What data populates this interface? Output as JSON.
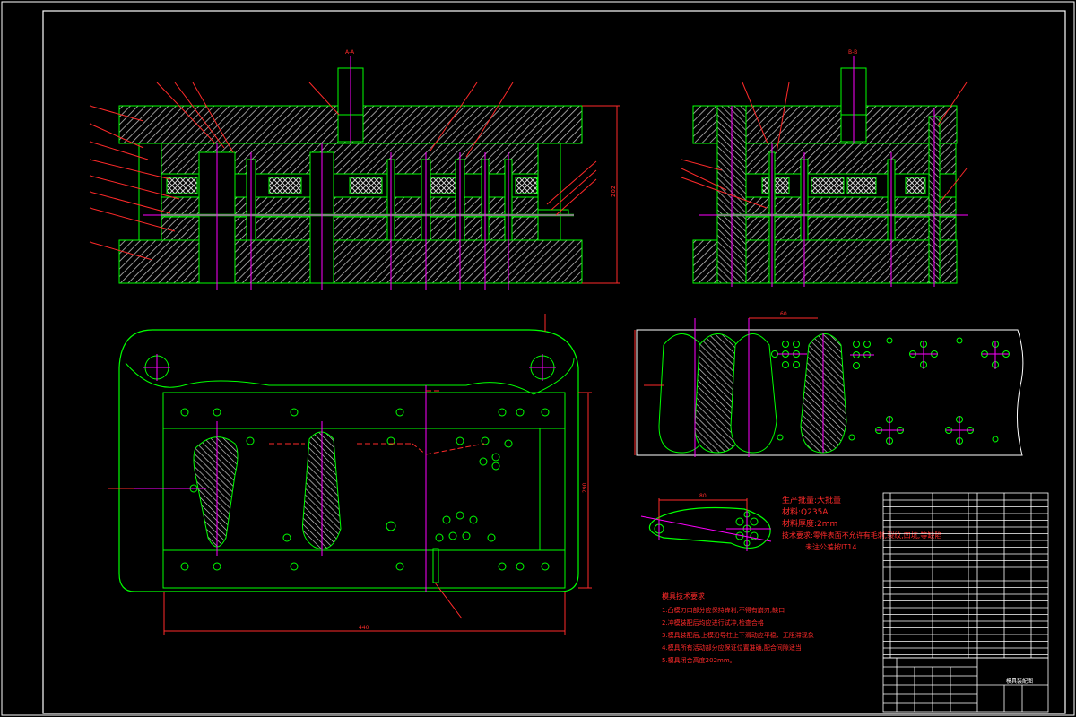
{
  "colors": {
    "background": "#000000",
    "border": "#ffffff",
    "part_outline": "#00ff00",
    "hatch": "#c8c8c8",
    "centerline": "#ff00ff",
    "leader": "#ff2a2a",
    "note_text": "#ff2a2a",
    "table_line": "#ffffff"
  },
  "section_labels": {
    "front_section": "A-A",
    "side_section": "B-B"
  },
  "material_notes": {
    "line1": "生产批量:大批量",
    "line2": "材料:Q235A",
    "line3": "材料厚度:2mm",
    "line4": "技术要求:零件表面不允许有毛刺,裂纹,凹坑,等缺陷",
    "line5": "未注公差按IT14"
  },
  "tech_requirements": {
    "title": "模具技术要求",
    "items": [
      "1.凸模刃口部分应保持锋利,不得有崩刃,缺口",
      "2.冲模装配后均应进行试冲,检查合格",
      "3.模具装配后,上模沿导柱上下滑动应平稳、无阻滞现象",
      "4.模具所有活动部分应保证位置准确,配合间隙适当",
      "5.模具闭合高度202mm。"
    ]
  },
  "dimensions": {
    "plan_width": "440",
    "plan_height": "290",
    "strip_pitch": "60",
    "part_length": "80",
    "die_height": "202"
  },
  "title_block": {
    "drawing_title": "模具装配图"
  }
}
